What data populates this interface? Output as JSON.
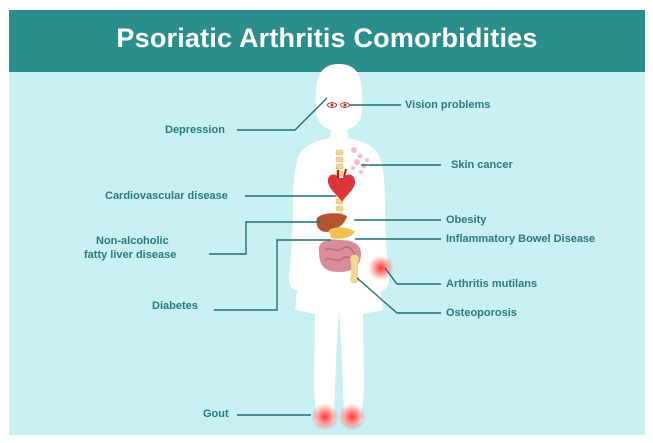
{
  "title": "Psoriatic Arthritis Comorbidities",
  "labels": {
    "vision": "Vision problems",
    "depression": "Depression",
    "skin_cancer": "Skin cancer",
    "cardiovascular": "Cardiovascular disease",
    "obesity": "Obesity",
    "nafld_line1": "Non-alcoholic",
    "nafld_line2": "fatty liver disease",
    "ibd": "Inflammatory Bowel Disease",
    "arthritis_mutilans": "Arthritis mutilans",
    "diabetes": "Diabetes",
    "osteoporosis": "Osteoporosis",
    "gout": "Gout"
  },
  "colors": {
    "header": "#2a8e8c",
    "background": "#c9f0f2",
    "label_text": "#2a7b7e",
    "leader_line": "#1f6f73",
    "body": "#ffffff",
    "heart": "#e0343c",
    "liver": "#b5532f",
    "pancreas": "#f2c14e",
    "intestine": "#d98c9a",
    "spine": "#f0d690",
    "inflammation": "#f03a3a"
  }
}
